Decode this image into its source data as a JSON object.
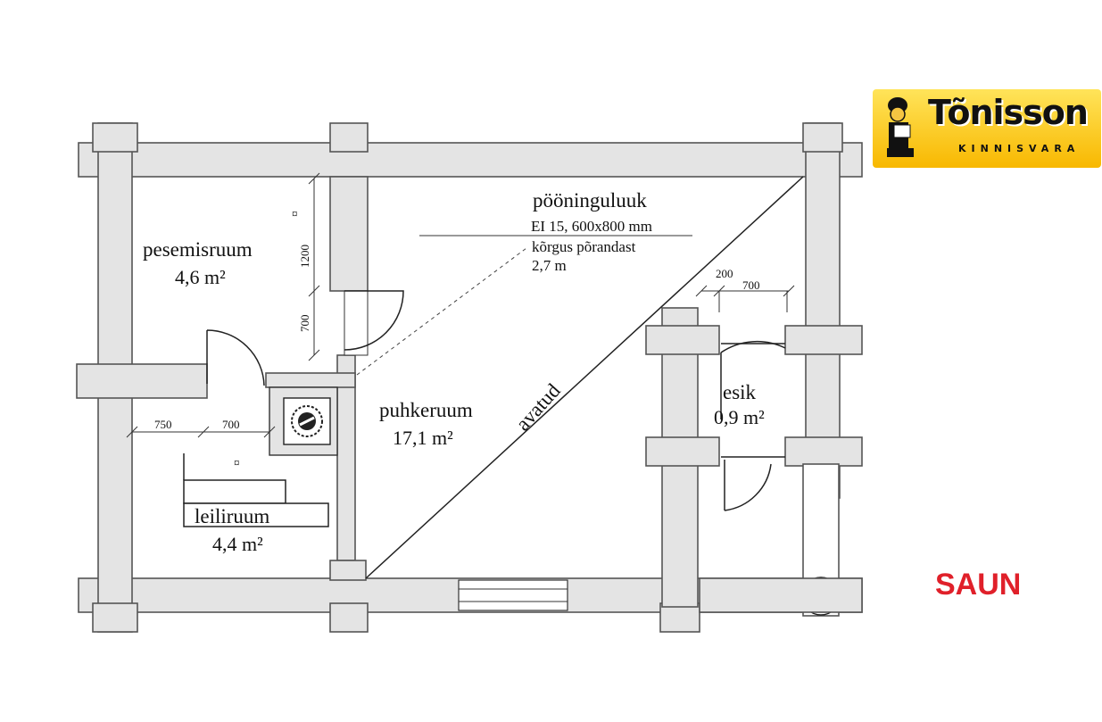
{
  "rooms": {
    "pesemisruum": {
      "name": "pesemisruum",
      "area": "4,6 m²"
    },
    "puhkeruum": {
      "name": "puhkeruum",
      "area": "17,1 m²"
    },
    "esik": {
      "name": "esik",
      "area": "0,9 m²"
    },
    "leiliruum": {
      "name": "leiliruum",
      "area": "4,4 m²"
    }
  },
  "hatch": {
    "title": "pööninguluuk",
    "spec": "EI 15, 600x800 mm",
    "height_label": "kõrgus põrandast",
    "height_value": "2,7 m"
  },
  "open_label": "avatud",
  "dimensions": {
    "d1200": "1200",
    "d700_vertical": "700",
    "d750": "750",
    "d700_left": "700",
    "d200": "200",
    "d700_right": "700"
  },
  "logo": {
    "word": "Tõnisson",
    "sub": "KINNISVARA"
  },
  "caption": "SAUN",
  "colors": {
    "caption": "#e0202a",
    "logo_bg": "#f8b800",
    "wall_fill": "#e4e4e4"
  }
}
